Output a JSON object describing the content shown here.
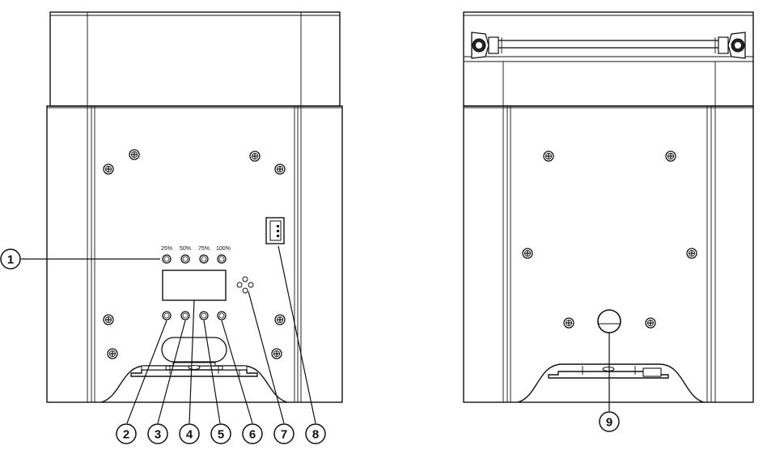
{
  "front_view": {
    "level_labels": [
      "25%",
      "50%",
      "75%",
      "100%"
    ]
  },
  "callouts": {
    "c1": "1",
    "c2": "2",
    "c3": "3",
    "c4": "4",
    "c5": "5",
    "c6": "6",
    "c7": "7",
    "c8": "8",
    "c9": "9"
  }
}
